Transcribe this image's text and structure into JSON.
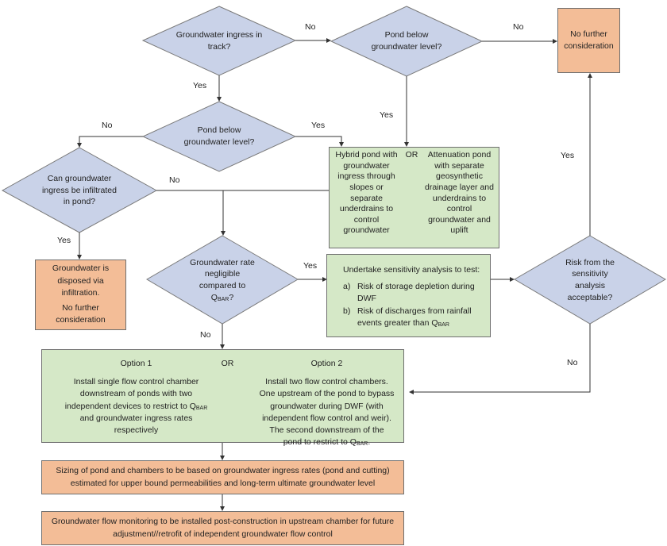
{
  "colors": {
    "decision": "#c9d2e8",
    "action": "#d5e8c7",
    "terminal": "#f3bd97",
    "line": "#333333"
  },
  "decisions": {
    "ingress_track": "Groundwater ingress in track?",
    "pond_below_1": "Pond below groundwater level?",
    "pond_below_2": "Pond below groundwater level?",
    "can_infiltrate": "Can groundwater ingress be infiltrated in pond?",
    "rate_negligible": {
      "text": "Groundwater rate negligible compared to",
      "q": "Q",
      "sub": "BAR",
      "suffix": "?"
    },
    "risk_acceptable": "Risk from the sensitivity analysis acceptable?"
  },
  "boxes": {
    "no_further_top": "No further consideration",
    "hybrid": {
      "left": "Hybrid pond with groundwater ingress through slopes or separate underdrains to control groundwater",
      "or": "OR",
      "right": "Attenuation pond with separate geosynthetic drainage layer and underdrains to control groundwater and uplift"
    },
    "infiltration": {
      "line1": "Groundwater is disposed via infiltration.",
      "line2": "No further consideration"
    },
    "sensitivity": {
      "title": "Undertake sensitivity analysis to test:",
      "a_marker": "a)",
      "a": "Risk of storage depletion during DWF",
      "b_marker": "b)",
      "b": "Risk of discharges from rainfall events greater than",
      "b_q": "Q",
      "b_sub": "BAR"
    },
    "options": {
      "option1_title": "Option 1",
      "or": "OR",
      "option2_title": "Option 2",
      "option1_pre": "Install single flow control chamber downstream of ponds with two independent devices to restrict to",
      "option1_q": "Q",
      "option1_sub": "BAR",
      "option1_post": " and groundwater ingress rates respectively",
      "option2_pre": "Install two flow control chambers. One upstream of the pond to bypass groundwater during DWF (with independent flow control and weir). The second downstream of the pond to restrict to",
      "option2_q": "Q",
      "option2_sub": "BAR",
      "option2_post": "."
    },
    "sizing": "Sizing of pond and chambers to be based on groundwater ingress rates (pond and cutting) estimated for upper bound permeabilities and long-term ultimate groundwater level",
    "monitoring": "Groundwater flow monitoring to be installed post-construction in upstream chamber for future adjustment//retrofit of independent groundwater flow control"
  },
  "labels": {
    "d1_no": "No",
    "d2_no": "No",
    "d1_yes": "Yes",
    "d2_yes": "Yes",
    "d3_no": "No",
    "d3_yes": "Yes",
    "can_no": "No",
    "can_yes": "Yes",
    "d4_yes": "Yes",
    "d4_no": "No",
    "risk_yes": "Yes",
    "risk_no": "No"
  }
}
